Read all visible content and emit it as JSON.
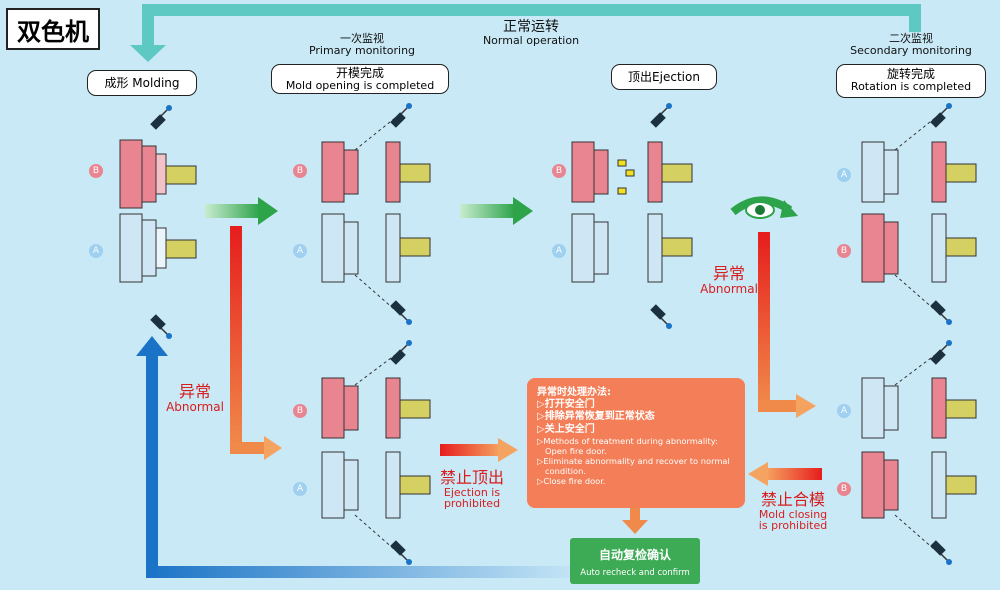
{
  "header": {
    "title": "双色机"
  },
  "top_flow": {
    "zh": "正常运转",
    "en": "Normal operation"
  },
  "stages": {
    "molding": {
      "label": "成形 Molding"
    },
    "primary": {
      "zh": "一次监视",
      "en": "Primary monitoring",
      "status_zh": "开模完成",
      "status_en": "Mold opening is completed"
    },
    "ejection": {
      "label": "顶出Ejection"
    },
    "secondary": {
      "zh": "二次监视",
      "en": "Secondary monitoring",
      "status_zh": "旋转完成",
      "status_en": "Rotation is completed"
    }
  },
  "markers": {
    "b": "B",
    "a": "A"
  },
  "abnormal": {
    "zh": "异常",
    "en": "Abnormal"
  },
  "ejection_prohibited": {
    "zh": "禁止顶出",
    "en1": "Ejection is",
    "en2": "prohibited"
  },
  "mold_closing_prohibited": {
    "zh": "禁止合模",
    "en1": "Mold closing",
    "en2": "is prohibited"
  },
  "treatment": {
    "title": "异常时处理办法:",
    "steps_zh": [
      "▷打开安全门",
      "▷排除异常恢复到正常状态",
      "▷关上安全门"
    ],
    "en_title": "▷Methods of treatment during abnormality:",
    "en_1": "Open fire door.",
    "en_2": "▷Eliminate abnormality and recover to normal",
    "en_3": "condition.",
    "en_4": "▷Close fire door."
  },
  "recheck": {
    "zh": "自动复检确认",
    "en": "Auto recheck and confirm"
  },
  "colors": {
    "mold_red": "#e98591",
    "mold_blue": "#cfe6f5",
    "arrow_green": "#3daa55",
    "arrow_red": "#e62020",
    "arrow_blue": "#1a73c6",
    "top_arrow": "#5ec9c3"
  }
}
